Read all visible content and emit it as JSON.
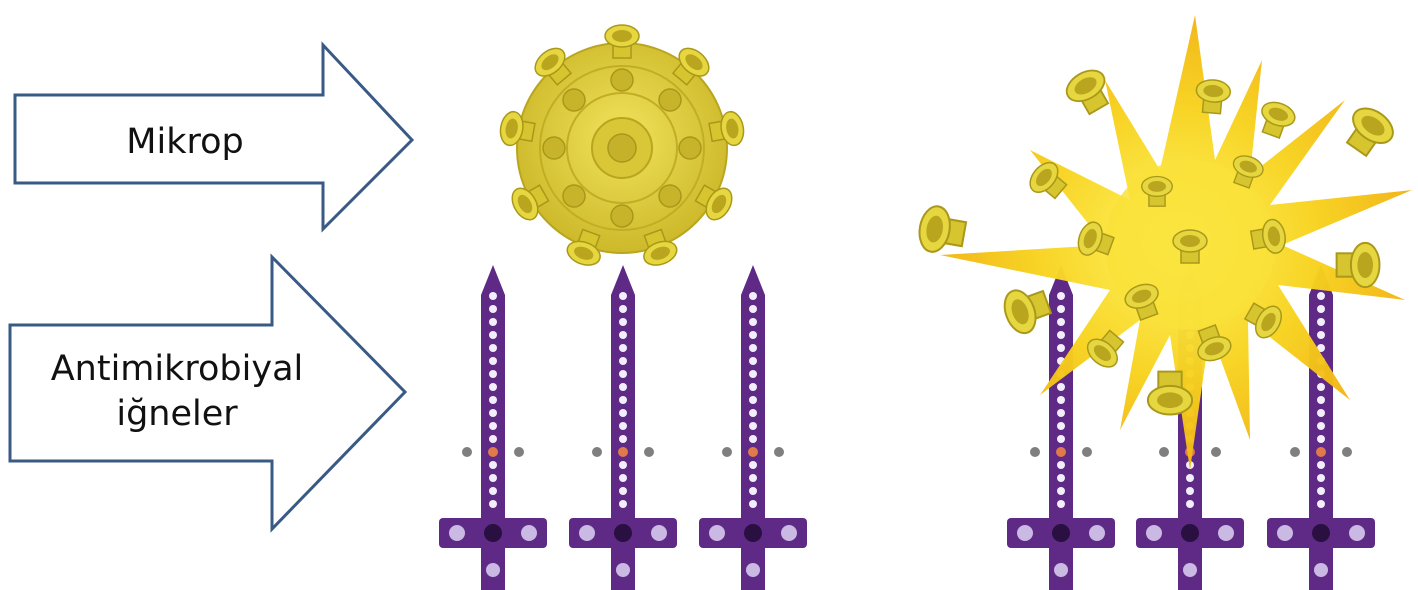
{
  "labels": {
    "microbe": "Mikrop",
    "needles_line1": "Antimikrobiyal",
    "needles_line2": "iğneler"
  },
  "colors": {
    "arrow_stroke": "#3a5a86",
    "needle_purple": "#5e2a86",
    "needle_dot": "#f3eefb",
    "microbe_yellow": "#e3d23a",
    "microbe_dark": "#b9a51e",
    "burst_yellow": "#f6c81c",
    "marker_gray": "#7f7f7f",
    "marker_orange": "#e07a4a"
  },
  "scenes": [
    {
      "name": "intact-microbe",
      "needle_count": 3
    },
    {
      "name": "burst-microbe",
      "needle_count": 3
    }
  ]
}
